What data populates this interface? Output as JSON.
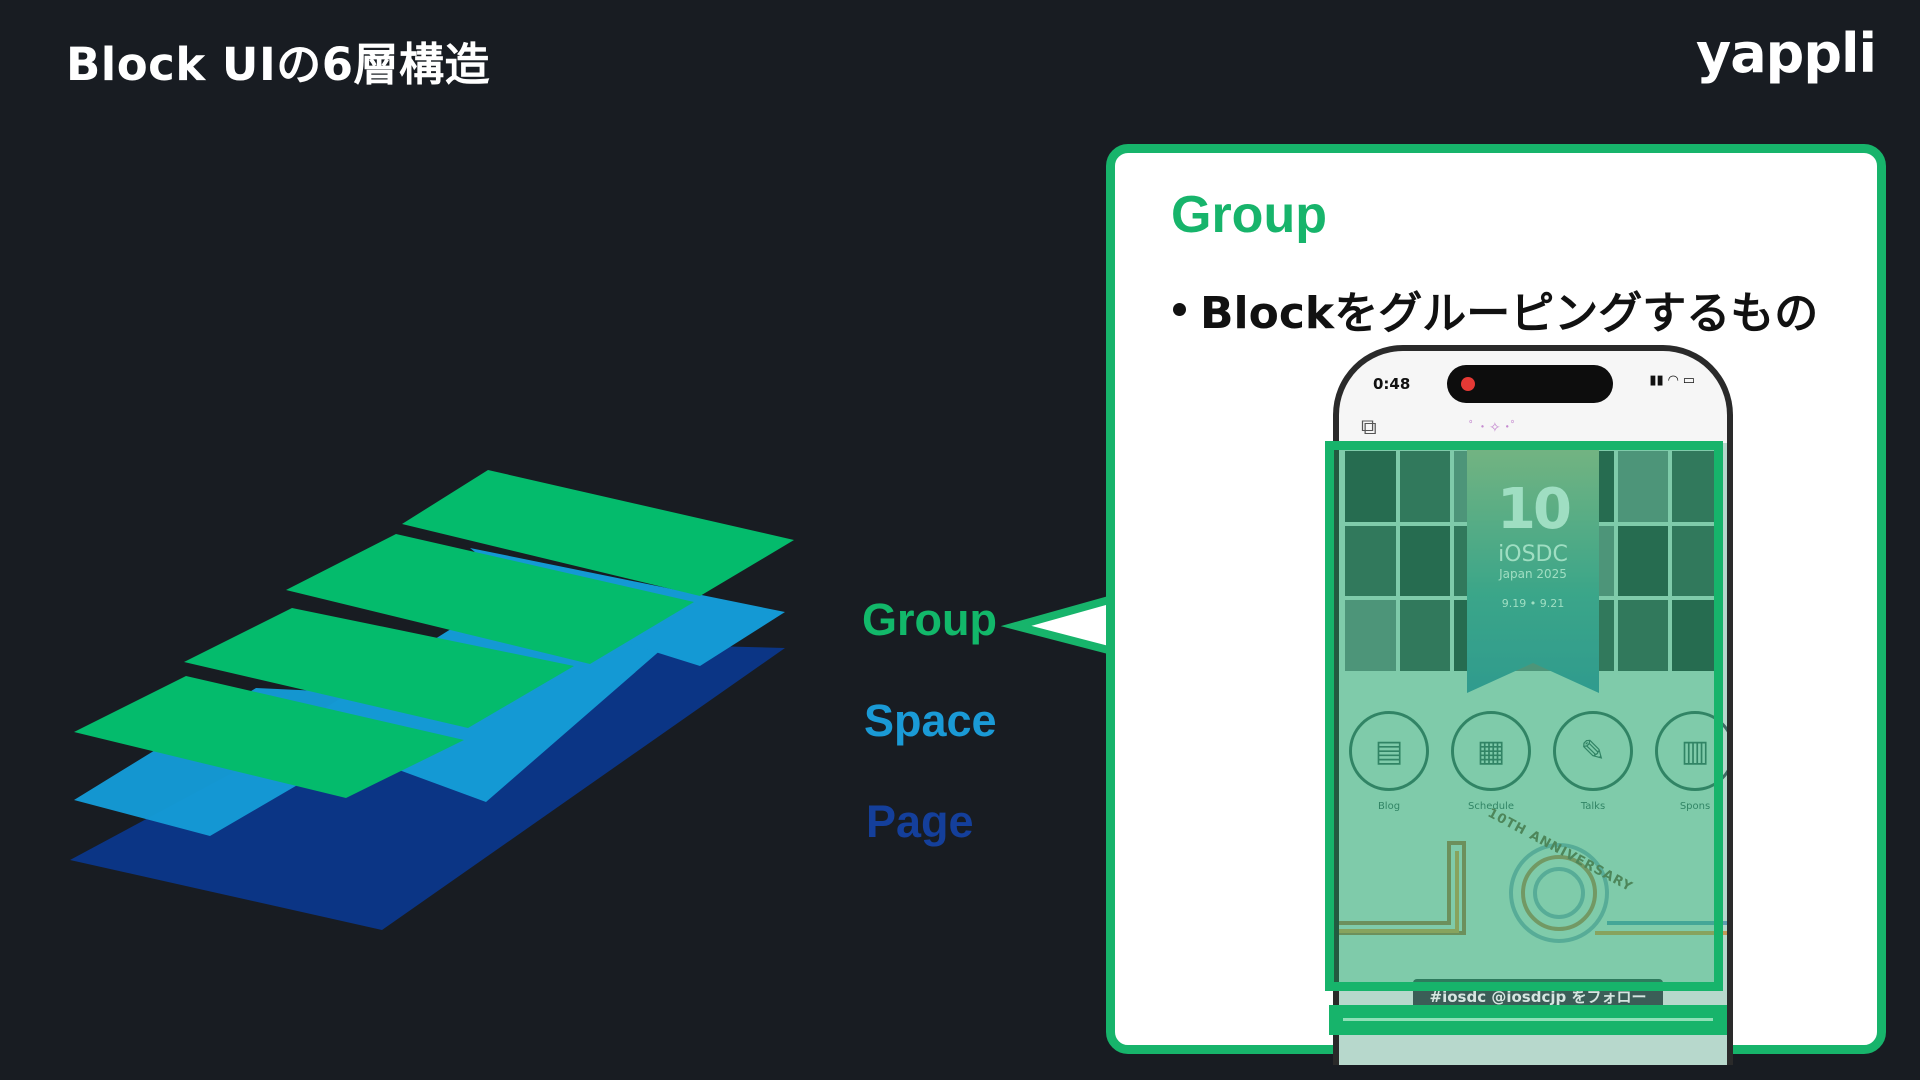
{
  "slide": {
    "title": "Block UIの6層構造",
    "logo": "yappli"
  },
  "layer_labels": {
    "group": "Group",
    "space": "Space",
    "page": "Page"
  },
  "callout": {
    "title": "Group",
    "bullet": "Blockをグルーピングするもの"
  },
  "phone": {
    "status_time": "0:48",
    "app_event": {
      "number": "10",
      "name": "iOSDC",
      "sub": "Japan 2025",
      "dates": "9.19 • 9.21"
    },
    "menu_items": [
      {
        "label": "Blog",
        "icon": "blog-icon"
      },
      {
        "label": "Schedule",
        "icon": "calendar-icon"
      },
      {
        "label": "Talks",
        "icon": "microphone-icon"
      },
      {
        "label": "Spons",
        "icon": "building-icon"
      }
    ],
    "anniversary_text": "10TH ANNIVERSARY",
    "follow_button": "#iosdc @iosdcjp をフォロー"
  },
  "colors": {
    "background": "#181c22",
    "group": "#17b46b",
    "space": "#1a9ad6",
    "page": "#143f9b"
  }
}
